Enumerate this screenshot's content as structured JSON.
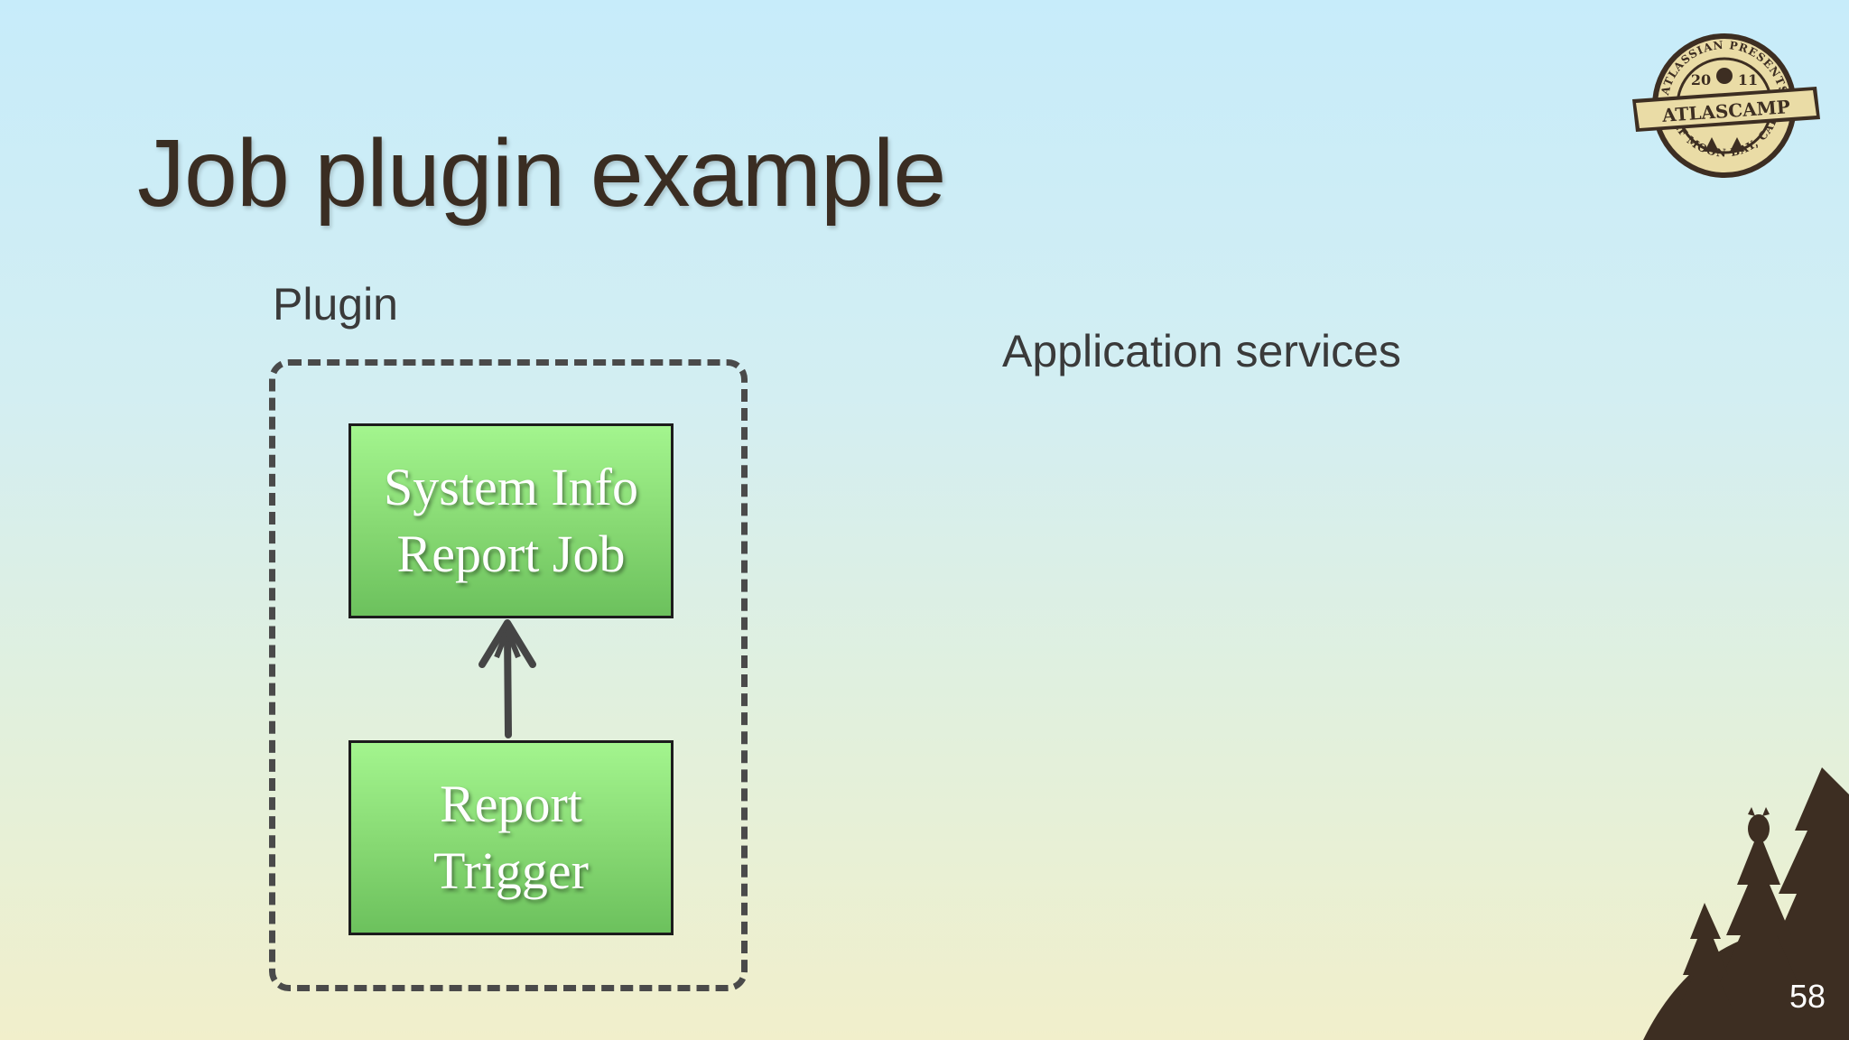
{
  "slide": {
    "title": "Job plugin example",
    "page_number": "58"
  },
  "diagram": {
    "plugin_label": "Plugin",
    "services_label": "Application services",
    "top_box": {
      "line1": "System Info",
      "line2": "Report Job"
    },
    "bottom_box": {
      "line1": "Report",
      "line2": "Trigger"
    }
  },
  "badge": {
    "top_text": "ATLASSIAN PRESENTS",
    "year_left": "20",
    "year_right": "11",
    "banner": "ATLASCAMP",
    "bottom_text": "HALF MOON BAY, CALIF"
  },
  "colors": {
    "box_fill": "#86d872",
    "title": "#3a2d22",
    "silhouette": "#3d2e22",
    "badge_fill": "#eadca6"
  }
}
